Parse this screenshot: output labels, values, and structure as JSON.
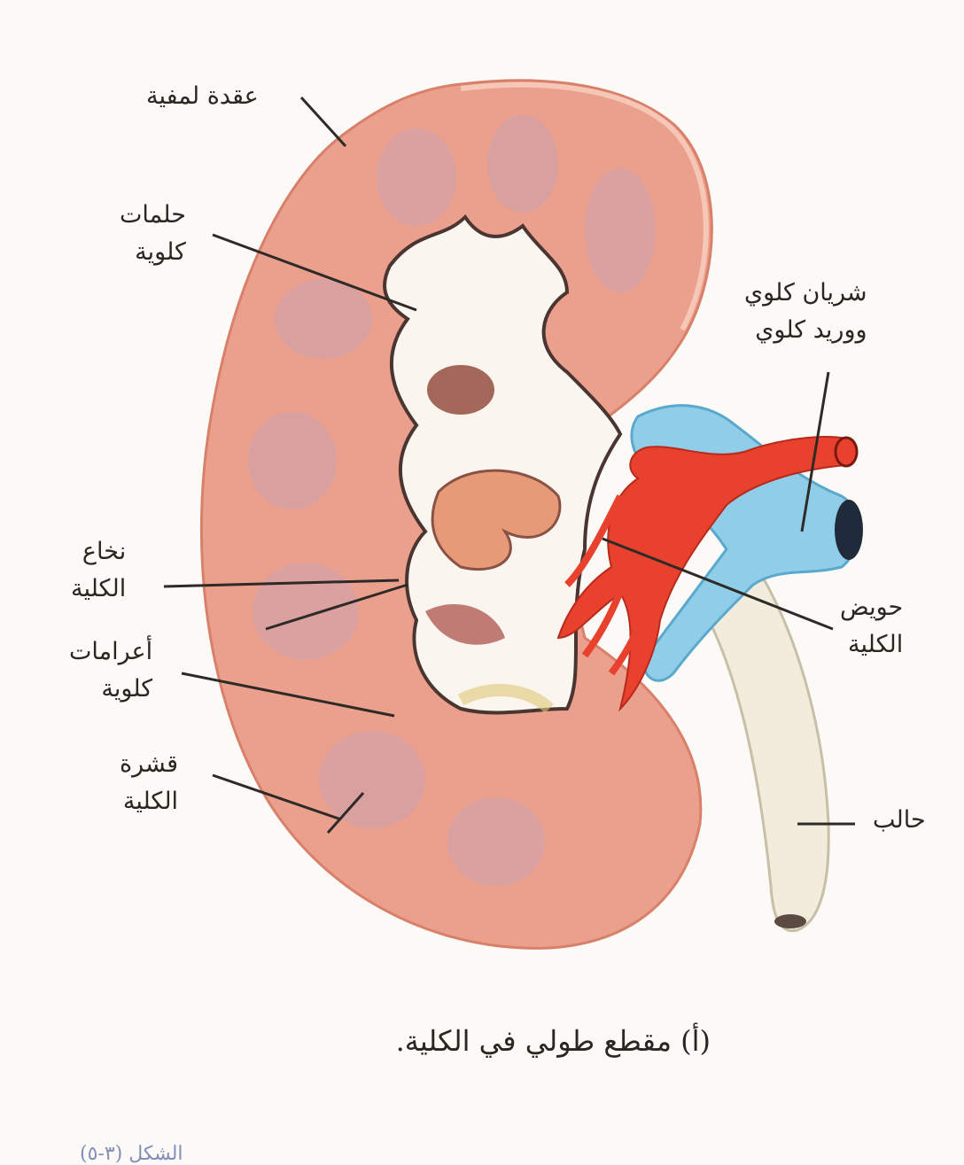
{
  "figure": {
    "caption": "(أ) مقطع طولي في الكلية.",
    "figure_ref": "الشكل (٣-٥)"
  },
  "labels": {
    "lymph_node": "عقدة لمفية",
    "renal_pyramids": [
      "حلمات",
      "كلوية"
    ],
    "renal_artery_vein": [
      "شريان كلوي",
      "ووريد كلوي"
    ],
    "medulla": [
      "نخاع",
      "الكلية"
    ],
    "renal_calyces": [
      "أعرامات",
      "كلوية"
    ],
    "pelvis": [
      "حويض",
      "الكلية"
    ],
    "cortex": [
      "قشرة",
      "الكلية"
    ],
    "ureter": "حالب"
  },
  "colors": {
    "cortex": "#eaa08c",
    "medulla": "#d9a8a8",
    "pelvis": "#fbf5f0",
    "artery": "#e8412e",
    "vein": "#8fcde8",
    "ureter": "#f2ecdc",
    "leader": "#2e2a27"
  }
}
